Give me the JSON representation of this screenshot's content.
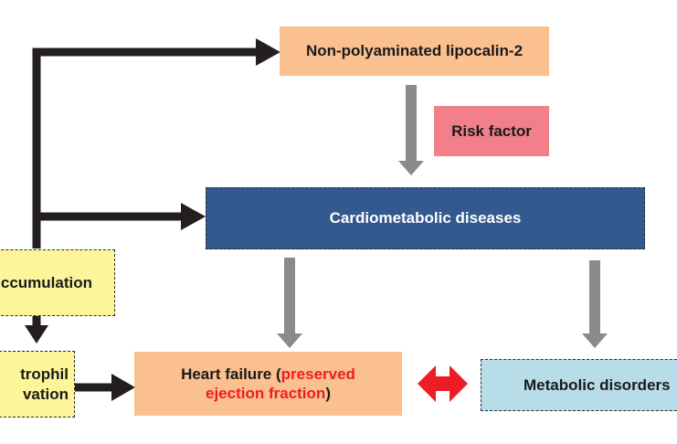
{
  "nodes": {
    "lipocalin": {
      "label": "Non-polyaminated lipocalin-2"
    },
    "risk": {
      "label": "Risk factor"
    },
    "cardiometabolic": {
      "label": "Cardiometabolic diseases"
    },
    "accumulation": {
      "label": "ccumulation"
    },
    "neutrophil": {
      "line1": "trophil",
      "line2": "vation"
    },
    "heart_failure": {
      "part1": "Heart failure (",
      "part2": "preserved",
      "part3": "ejection fraction",
      "part4": ")"
    },
    "metabolic": {
      "label": "Metabolic disorders"
    }
  },
  "colors": {
    "orange": "#fac090",
    "yellow": "#fdf59a",
    "navy": "#34598f",
    "pink": "#f2808a",
    "light_blue": "#b7dde8",
    "red_accent": "#ee1c25",
    "arrow_black": "#231f20",
    "arrow_gray": "#8a8a8a"
  }
}
